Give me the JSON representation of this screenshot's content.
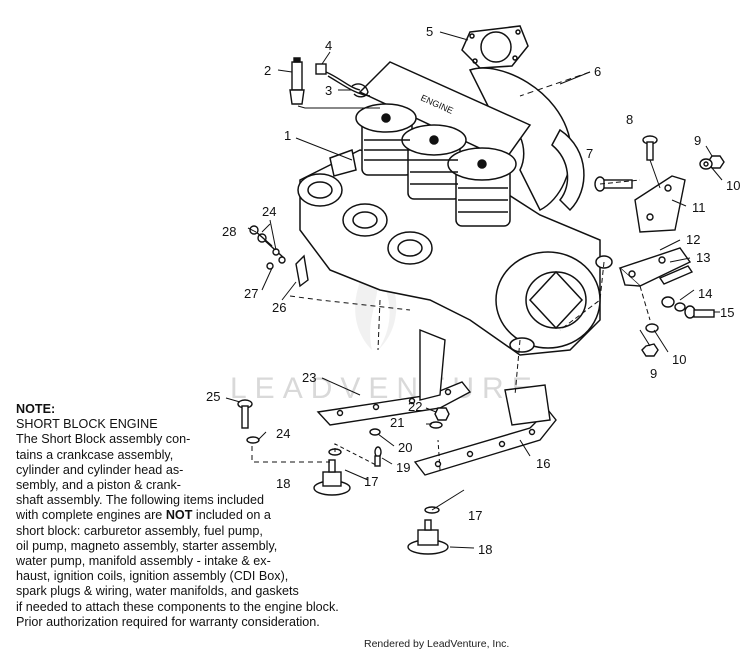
{
  "watermark": "LEADVENTURE",
  "callouts": [
    "1",
    "2",
    "3",
    "4",
    "5",
    "6",
    "7",
    "8",
    "9",
    "10",
    "11",
    "12",
    "13",
    "14",
    "15",
    "10",
    "9",
    "16",
    "17",
    "18",
    "19",
    "20",
    "21",
    "22",
    "23",
    "24",
    "25",
    "17",
    "18",
    "24",
    "26",
    "27",
    "28"
  ],
  "engine_stamp": "ENGINE",
  "note": {
    "title": "NOTE:",
    "lines": [
      "SHORT BLOCK ENGINE",
      "The Short Block assembly con-",
      "tains a crankcase assembly,",
      "cylinder and cylinder head as-",
      "sembly, and a piston & crank-",
      "shaft assembly.  The following items included",
      "with complete engines are ",
      "short block:  carburetor assembly, fuel pump,",
      "oil pump, magneto assembly, starter assembly,",
      "water pump, manifold assembly - intake & ex-",
      "haust, ignition coils, ignition assembly (CDI Box),",
      "spark plugs & wiring, water manifolds, and gaskets",
      "if needed to attach these components to the engine block.",
      "Prior authorization required for warranty consideration."
    ],
    "bold_word": "NOT",
    "line7_tail": " included on a"
  },
  "credit": "Rendered by LeadVenture, Inc."
}
